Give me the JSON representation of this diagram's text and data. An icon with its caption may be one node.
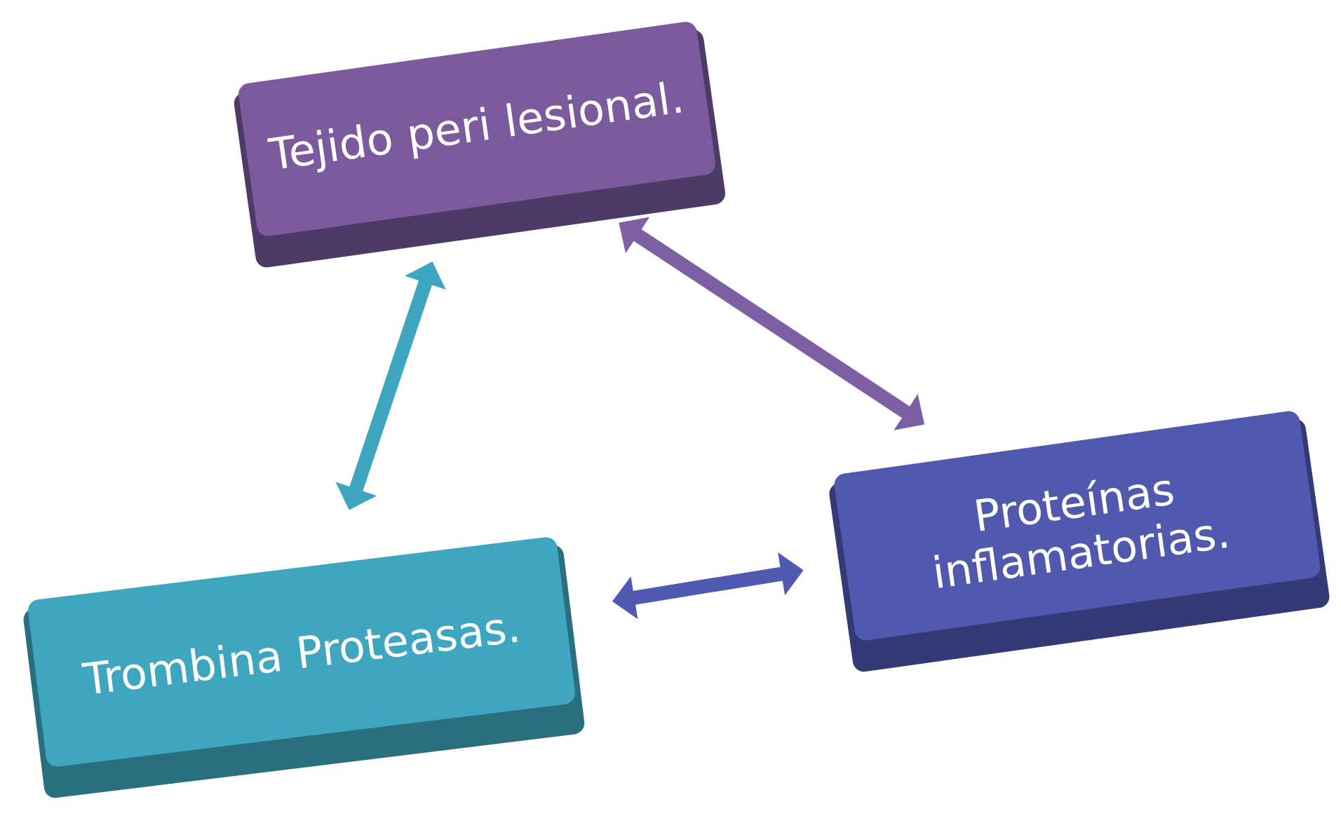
{
  "diagram": {
    "nodes": [
      {
        "text": [
          "Tejido peri lesional."
        ]
      },
      {
        "text": [
          "Proteínas inflamatorias."
        ]
      },
      {
        "text": [
          "Trombina Proteasas."
        ]
      }
    ],
    "edges": [
      {
        "from": 0,
        "to": 2,
        "arrow": "both",
        "color": "#3ea6bf"
      },
      {
        "from": 0,
        "to": 1,
        "arrow": "both",
        "color": "#7d5fa3"
      },
      {
        "from": 2,
        "to": 1,
        "arrow": "both",
        "color": "#5059b0"
      }
    ]
  }
}
